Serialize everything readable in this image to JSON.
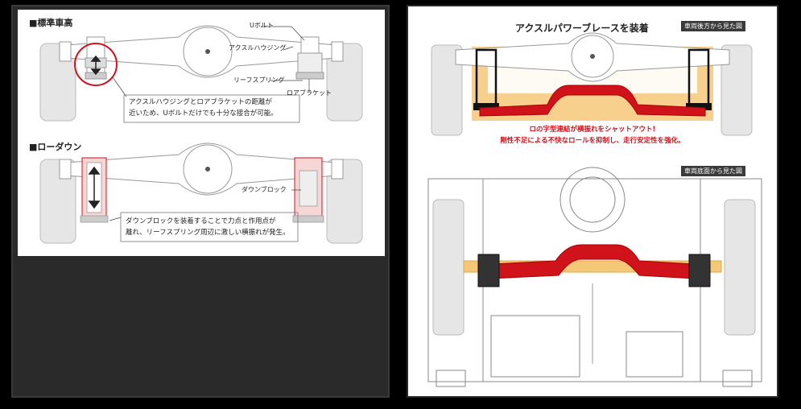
{
  "left": {
    "section1_title": "■標準車高",
    "label_ubolt": "Uボルト",
    "label_axle_housing": "アクスルハウジング",
    "label_leaf_spring": "リーフスプリング",
    "label_lower_bracket": "ロアブラケット",
    "note1_line1": "アクスルハウジングとロアブラケットの距離が",
    "note1_line2": "近いため、Uボルトだけでも十分な接合が可能。",
    "section2_title": "■ローダウン",
    "label_down_block": "ダウンブロック",
    "note2_line1": "ダウンブロックを装着することで力点と作用点が",
    "note2_line2": "離れ、リーフスプリング周辺に激しい横振れが発生。"
  },
  "right": {
    "title": "アクスルパワーブレースを装着",
    "tag_rear_view": "車両後方から見た図",
    "red_note_line1": "ロの字型連結が横振れをシャットアウト!",
    "red_note_line2": "剛性不足による不快なロールを抑制し、走行安定性を強化。",
    "tag_bottom_view": "車両底面から見た図"
  },
  "colors": {
    "accent_red": "#d0121b",
    "highlight_orange": "#f5c878",
    "line_gray": "#888888"
  }
}
